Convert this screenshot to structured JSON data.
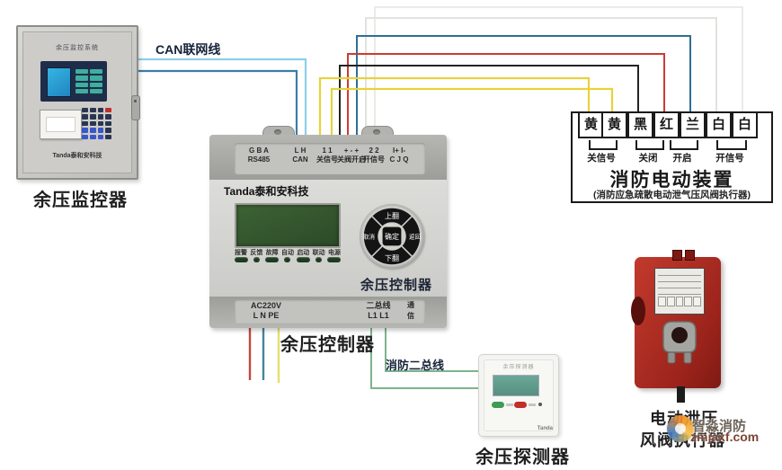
{
  "labels": {
    "can_line": "CAN联网线",
    "fire_bus": "消防二总线",
    "monitor": "余压监控器",
    "controller": "余压控制器",
    "detector": "余压探测器",
    "actuator_line1": "电动泄压",
    "actuator_line2": "风阀执行器"
  },
  "monitor": {
    "header": "余压监控系统",
    "brand": "Tanda泰和安科技"
  },
  "controller": {
    "brand": "Tanda泰和安科技",
    "face_title": "余压控制器",
    "top_terminals": [
      {
        "line1": "G B A",
        "line2": "RS485"
      },
      {
        "line1": "L H",
        "line2": "CAN"
      },
      {
        "line1": "1 1",
        "line2": "关信号"
      },
      {
        "line1": "+ - +",
        "line2": "关阀开启"
      },
      {
        "line1": "2 2",
        "line2": "开信号"
      },
      {
        "line1": "I+ I-",
        "line2": "C J Q"
      }
    ],
    "indicators": [
      "报警",
      "反馈",
      "故障",
      "自动",
      "启动",
      "联动",
      "电源"
    ],
    "keys": {
      "up": "上翻",
      "down": "下翻",
      "left": "取消",
      "right": "返回",
      "center": "确定"
    },
    "bottom_terminals": {
      "power_line1": "AC220V",
      "power_line2": "L  N  PE",
      "bus_line1": "二总线",
      "bus_line2": "L1 L1",
      "comm_line1": "通",
      "comm_line2": "信"
    }
  },
  "electric_device": {
    "title": "消防电动装置",
    "subtitle": "(消防应急疏散电动泄气压风阀执行器)",
    "terminals": [
      "黄",
      "黄",
      "黑",
      "红",
      "兰",
      "白",
      "白"
    ],
    "groups": [
      "关信号",
      "关闭",
      "开启",
      "开信号"
    ]
  },
  "detector": {
    "header": "余压探测器",
    "brand": "Tanda"
  },
  "watermark": {
    "brand": "智淼消防",
    "site": "zmjaxf.com"
  },
  "wires": {
    "can_h": "#8ecfe6",
    "can_l": "#3d7ca8",
    "white1": "#eaeae6",
    "white2": "#e2e2de",
    "blue": "#2e6f94",
    "red": "#cc3b33",
    "black": "#232323",
    "yellow": "#e8d23c",
    "power_l": "#c2473d",
    "power_n": "#47849a",
    "power_pe": "#e8df6e",
    "bus_green": "#7cb48d"
  }
}
